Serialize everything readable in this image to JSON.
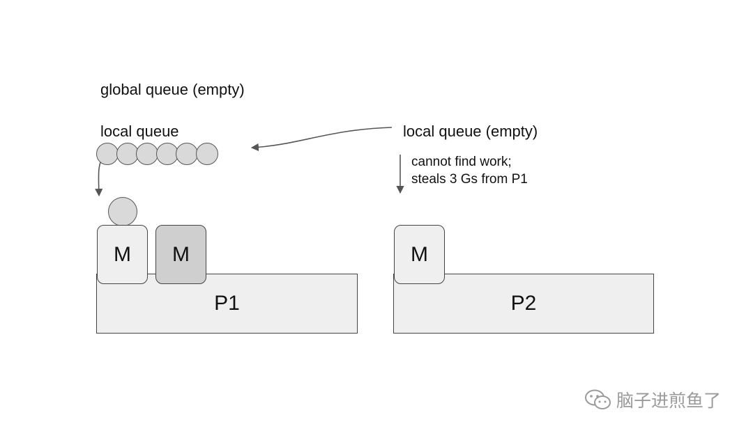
{
  "labels": {
    "global_queue": "global queue (empty)",
    "local_queue_p1": "local queue",
    "local_queue_p2": "local queue (empty)",
    "steal_line1": "cannot find work;",
    "steal_line2": "steals 3 Gs from P1"
  },
  "p1": {
    "label": "P1",
    "machines": [
      {
        "label": "M",
        "shade": "light"
      },
      {
        "label": "M",
        "shade": "dark"
      }
    ],
    "local_queue_g_count": 6
  },
  "p2": {
    "label": "P2",
    "machines": [
      {
        "label": "M",
        "shade": "light"
      }
    ]
  },
  "colors": {
    "box_fill": "#efefef",
    "m_dark_fill": "#cfcfcf",
    "g_fill": "#d9d9d9",
    "stroke": "#444444",
    "arrow": "#555555"
  },
  "watermark": {
    "icon": "wechat-icon",
    "text": "脑子进煎鱼了"
  }
}
